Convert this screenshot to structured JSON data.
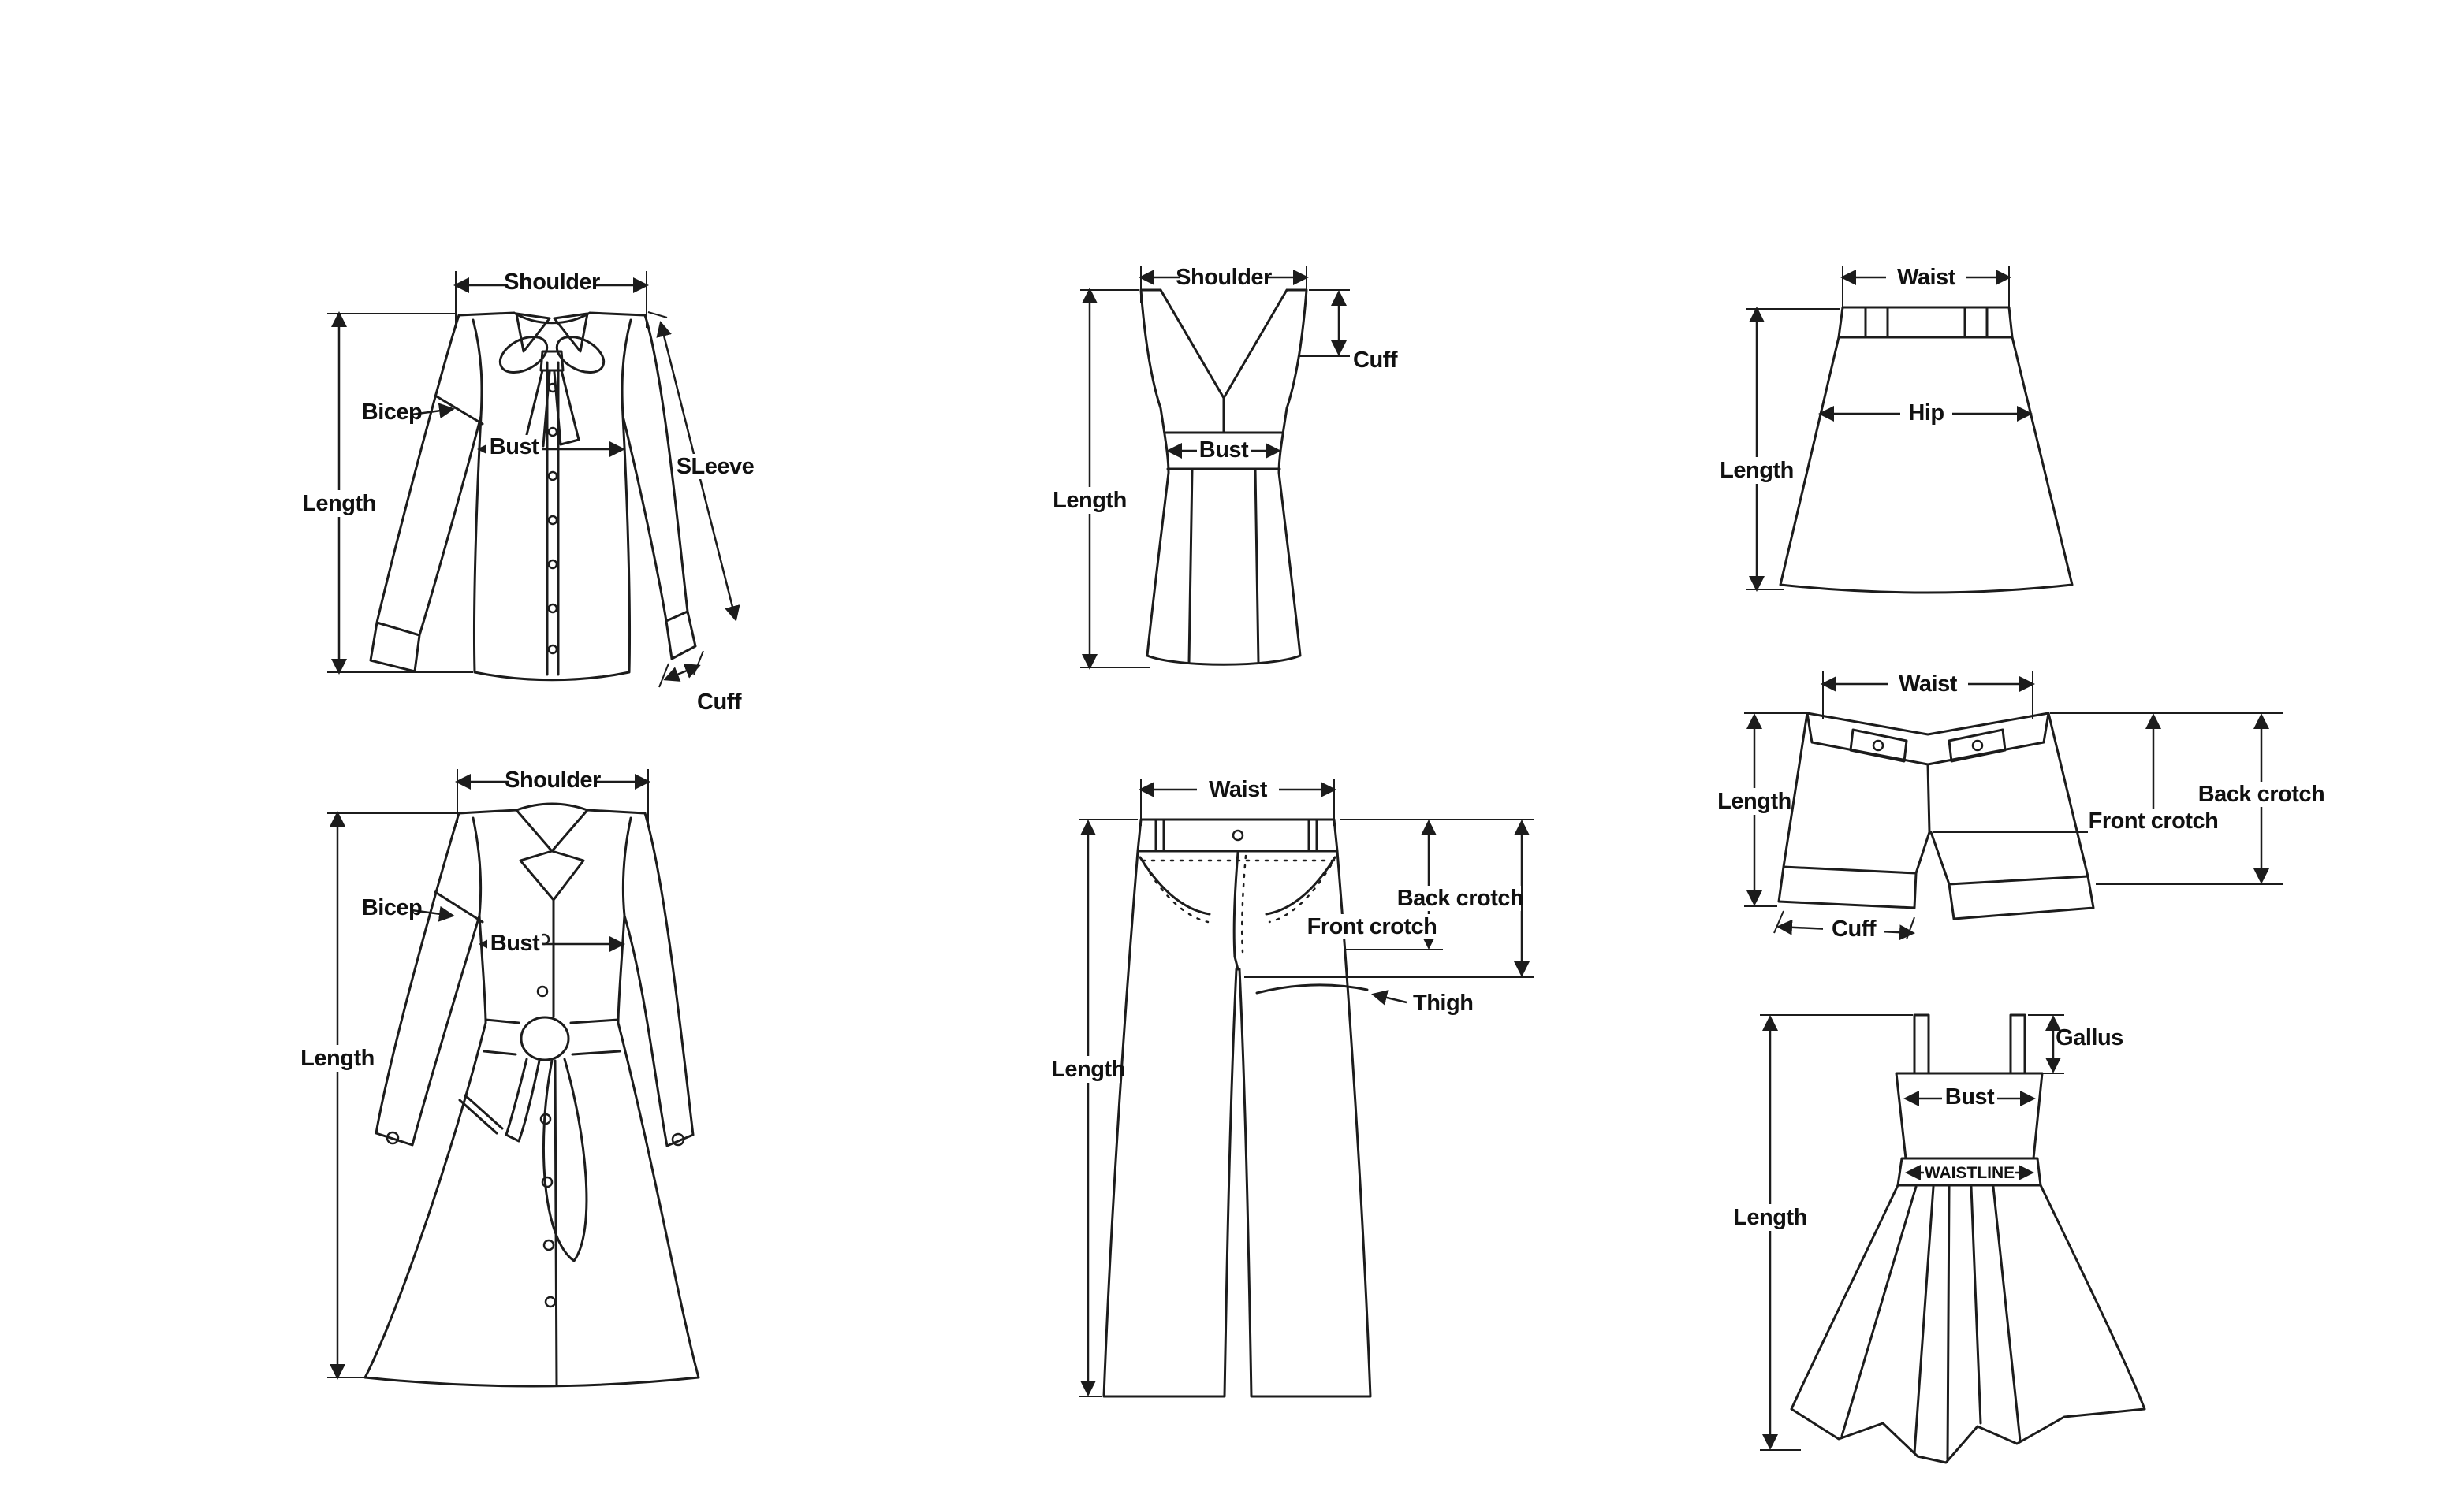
{
  "title": "Garment measurement size chart",
  "colors": {
    "ink": "#1c1c1c",
    "background": "#ffffff"
  },
  "labels": {
    "blouse": {
      "shoulder": "Shoulder",
      "bicep": "Bicep",
      "bust": "Bust",
      "length": "Length",
      "sleeve": "SLeeve",
      "cuff": "Cuff"
    },
    "vest": {
      "shoulder": "Shoulder",
      "cuff": "Cuff",
      "bust": "Bust",
      "length": "Length"
    },
    "skirt": {
      "waist": "Waist",
      "hip": "Hip",
      "length": "Length"
    },
    "shorts": {
      "waist": "Waist",
      "length": "Length",
      "back_crotch": "Back crotch",
      "front_crotch": "Front crotch",
      "cuff": "Cuff"
    },
    "coat": {
      "shoulder": "Shoulder",
      "bicep": "Bicep",
      "bust": "Bust",
      "length": "Length"
    },
    "pants": {
      "waist": "Waist",
      "length": "Length",
      "back_crotch": "Back crotch",
      "front_crotch": "Front crotch",
      "thigh": "Thigh"
    },
    "dress": {
      "gallus": "Gallus",
      "bust": "Bust",
      "waistline": "WAISTLINE",
      "length": "Length"
    }
  }
}
